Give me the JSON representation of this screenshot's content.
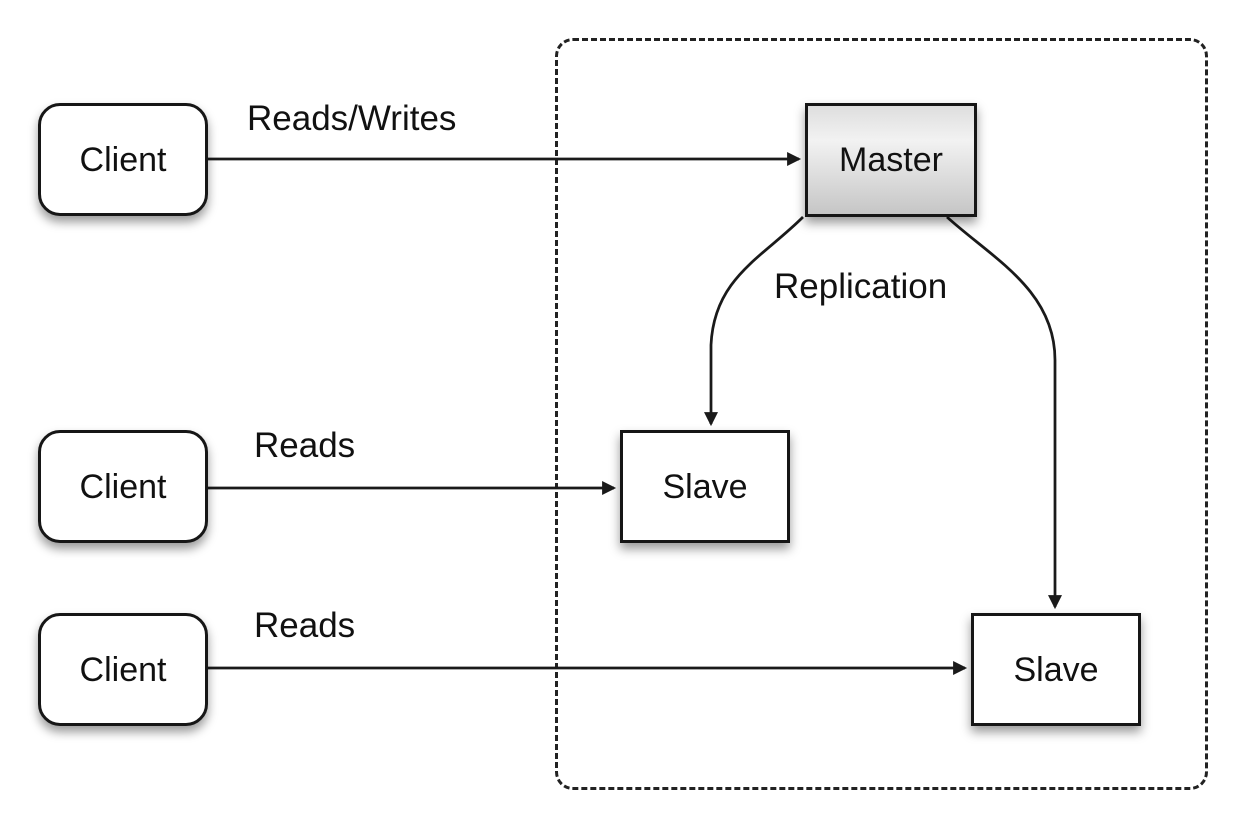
{
  "diagram": {
    "type": "master-slave-replication-architecture",
    "background_color": "#ffffff",
    "stroke_color": "#1a1a1a",
    "text_color": "#111111",
    "boundary": {
      "style": "dashed",
      "description": "dashed rounded rectangle enclosing master and slaves"
    },
    "clients": [
      {
        "label": "Client"
      },
      {
        "label": "Client"
      },
      {
        "label": "Client"
      }
    ],
    "master": {
      "label": "Master",
      "fill_top": "#dedede",
      "fill_mid": "#f2f2f2",
      "fill_bottom": "#c6c6c6"
    },
    "slaves": [
      {
        "label": "Slave"
      },
      {
        "label": "Slave"
      }
    ],
    "edge_labels": {
      "reads_writes": "Reads/Writes",
      "reads_mid": "Reads",
      "reads_bottom": "Reads",
      "replication": "Replication"
    }
  }
}
